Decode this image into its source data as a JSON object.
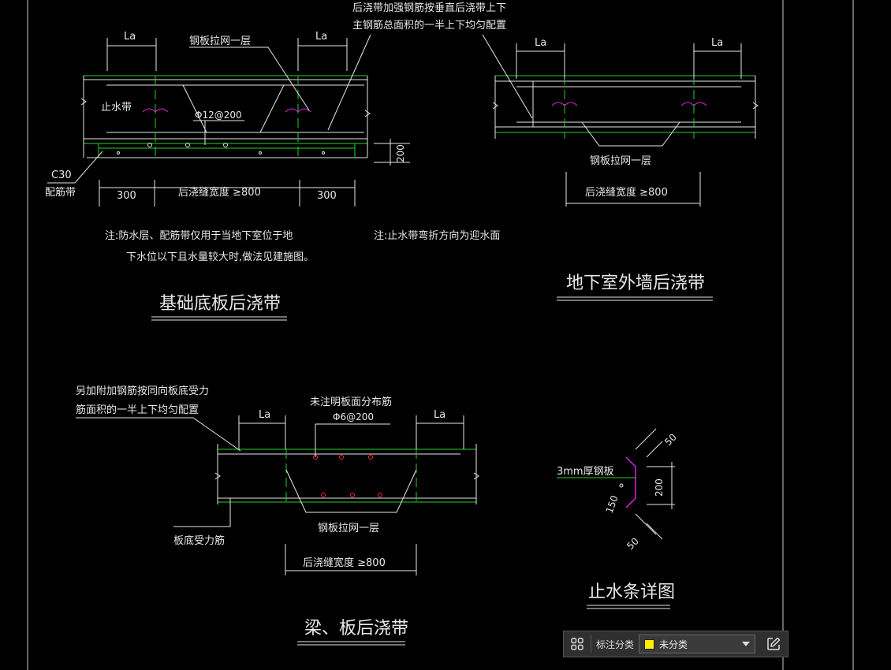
{
  "colors": {
    "line": "#e8e8e8",
    "green": "#22d22a",
    "magenta": "#e020e0",
    "red": "#ff2a2a",
    "swatch_yellow": "#ffee00"
  },
  "diagram1": {
    "title": "基础底板后浇带",
    "la_left": "La",
    "la_right": "La",
    "mesh": "钢板拉网一层",
    "waterstop": "止水带",
    "rebar": "Φ12@200",
    "c30": "C30",
    "band": "配筋带",
    "dim_300_left": "300",
    "dim_width": "后浇缝宽度   ≥800",
    "dim_300_right": "300",
    "dim_200": "200",
    "note_line1": "注:防水层、配筋带仅用于当地下室位于地",
    "note_line2": "下水位以下且水量较大时,做法见建施图。"
  },
  "top_note": {
    "line1": "后浇带加强钢筋按垂直后浇带上下",
    "line2": "主钢筋总面积的一半上下均匀配置"
  },
  "diagram2": {
    "title": "地下室外墙后浇带",
    "la_left": "La",
    "la_right": "La",
    "mesh": "钢板拉网一层",
    "dim_width": "后浇缝宽度   ≥800",
    "note": "注:止水带弯折方向为迎水面"
  },
  "diagram3": {
    "title": "梁、板后浇带",
    "note_line1": "另加附加钢筋按同向板底受力",
    "note_line2": "筋面积的一半上下均匀配置",
    "la_left": "La",
    "la_right": "La",
    "dist_bar": "未注明板面分布筋",
    "dist_bar_spec": "Φ6@200",
    "mesh": "钢板拉网一层",
    "bottom_bar": "板底受力筋",
    "dim_width": "后浇缝宽度   ≥800"
  },
  "diagram4": {
    "title": "止水条详图",
    "plate": "3mm厚钢板",
    "dim_50_top": "50",
    "dim_200": "200",
    "dim_150": "150",
    "dim_50_bottom": "50"
  },
  "toolbar": {
    "label": "标注分类",
    "selected": "未分类"
  }
}
